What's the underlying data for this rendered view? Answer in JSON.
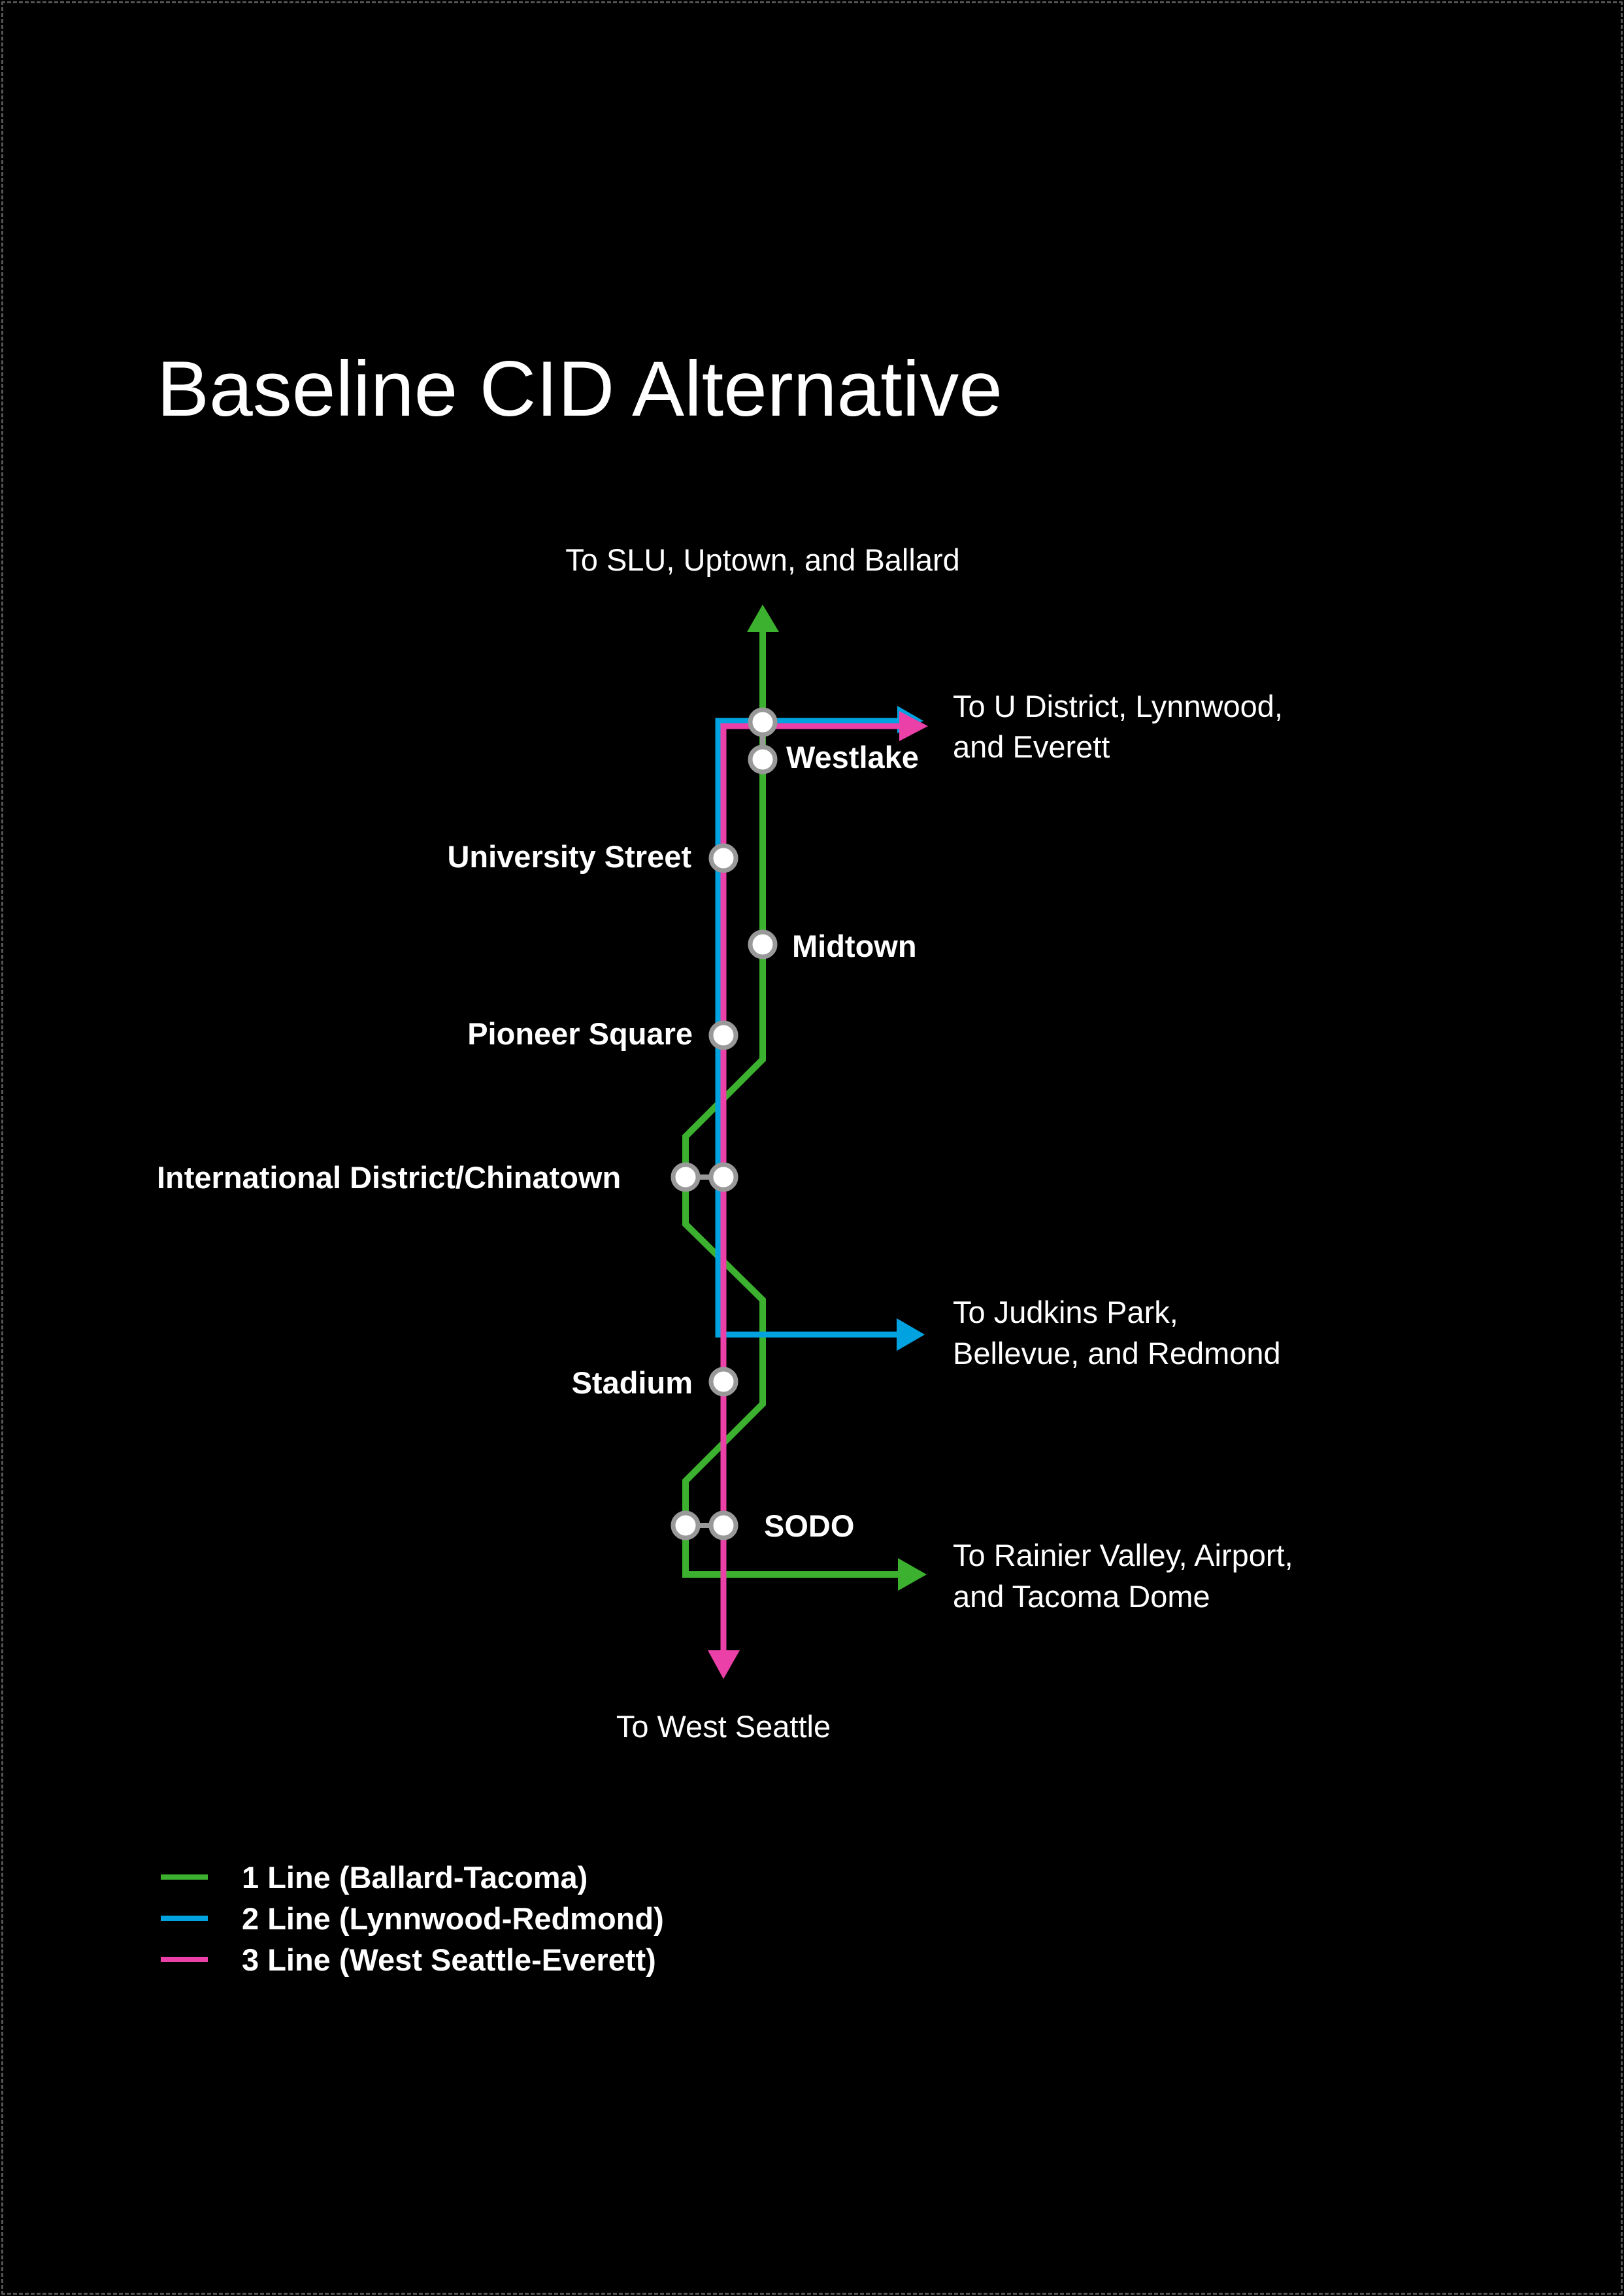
{
  "title": "Baseline CID Alternative",
  "destinations": {
    "north": "To SLU, Uptown, and Ballard",
    "northeast_1": "To U District, Lynnwood,",
    "northeast_2": "and Everett",
    "east_1": "To Judkins Park,",
    "east_2": "Bellevue, and Redmond",
    "southeast_1": "To Rainier Valley, Airport,",
    "southeast_2": "and Tacoma Dome",
    "south": "To West Seattle"
  },
  "stations": {
    "westlake": "Westlake",
    "university_street": "University Street",
    "midtown": "Midtown",
    "pioneer_square": "Pioneer Square",
    "id_chinatown": "International District/Chinatown",
    "stadium": "Stadium",
    "sodo": "SODO"
  },
  "legend": [
    {
      "label": "1 Line (Ballard-Tacoma)",
      "color": "#3cb02f"
    },
    {
      "label": "2 Line (Lynnwood-Redmond)",
      "color": "#00a3e0"
    },
    {
      "label": "3 Line (West Seattle-Everett)",
      "color": "#ea40a8"
    }
  ]
}
